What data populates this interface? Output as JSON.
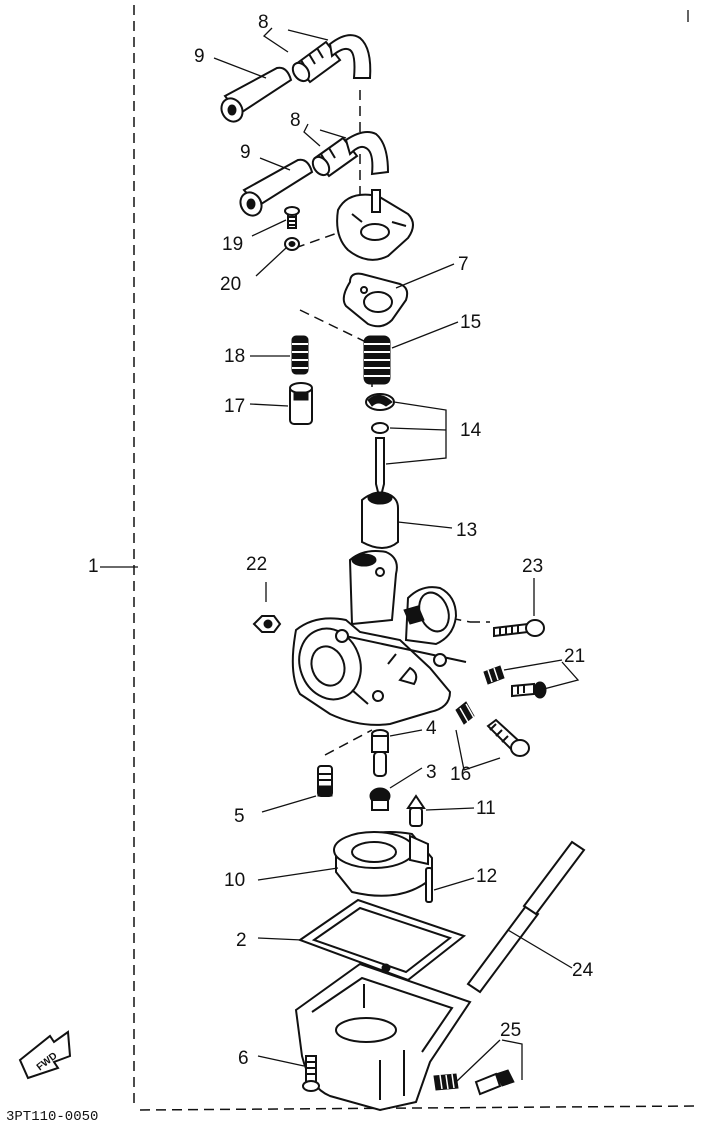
{
  "diagram": {
    "drawing_code": "3PT110-0050",
    "direction_label": "FWD",
    "callouts": {
      "c1": "1",
      "c2": "2",
      "c3": "3",
      "c4": "4",
      "c5": "5",
      "c6": "6",
      "c7": "7",
      "c8a": "8",
      "c8b": "8",
      "c9a": "9",
      "c9b": "9",
      "c10": "10",
      "c11": "11",
      "c12": "12",
      "c13": "13",
      "c14": "14",
      "c15": "15",
      "c16": "16",
      "c17": "17",
      "c18": "18",
      "c19": "19",
      "c20": "20",
      "c21": "21",
      "c22": "22",
      "c23": "23",
      "c24": "24",
      "c25": "25"
    }
  }
}
